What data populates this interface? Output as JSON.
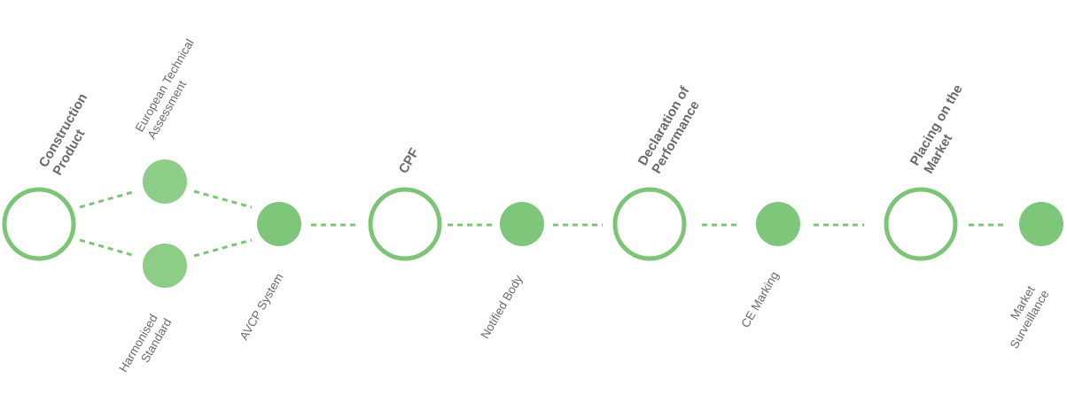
{
  "colors": {
    "accent": "#7cc576",
    "text": "#6a6a6a",
    "background": "#ffffff"
  },
  "nodes": {
    "construction_product": [
      "Construction",
      "Product"
    ],
    "european_technical_assessment": [
      "European Technical",
      "Assessment"
    ],
    "harmonised_standard": [
      "Harmonised",
      "Standard"
    ],
    "avcp_system": [
      "AVCP System"
    ],
    "cpf": [
      "CPF"
    ],
    "notified_body": [
      "Notified Body"
    ],
    "declaration_of_performance": [
      "Declaration of",
      "Performance"
    ],
    "ce_marking": [
      "CE Marking"
    ],
    "placing_on_the_market": [
      "Placing on the",
      "Market"
    ],
    "market_surveillance": [
      "Market",
      "Surveillance"
    ]
  }
}
